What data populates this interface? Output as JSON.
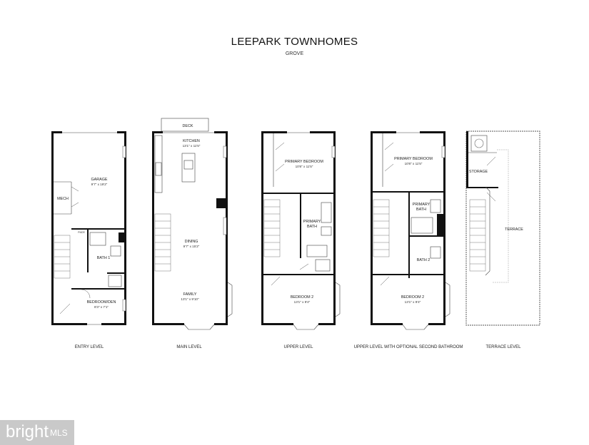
{
  "title": "LEEPARK TOWNHOMES",
  "subtitle": "GROVE",
  "levels": {
    "entry": "ENTRY LEVEL",
    "main": "MAIN LEVEL",
    "upper": "UPPER LEVEL",
    "upper_opt": "UPPER LEVEL WITH OPTIONAL SECOND BATHROOM",
    "terrace": "TERRACE LEVEL"
  },
  "rooms": {
    "garage": "GARAGE",
    "garage_dim": "9'7\" x 19'2\"",
    "mech": "MECH",
    "pwdr": "PWDR",
    "bath1": "BATH 1",
    "bedroom_den": "BEDROOM/DEN",
    "bedroom_den_dim": "8'3\" x 7'1\"",
    "deck": "DECK",
    "kitchen": "KITCHEN",
    "kitchen_dim": "13'1\" x 11'5\"",
    "dining": "DINING",
    "dining_dim": "9'7\" x 15'2\"",
    "family": "FAMILY",
    "family_dim": "13'1\" x 9'10\"",
    "primary_bedroom": "PRIMARY BEDROOM",
    "primary_bedroom_dim": "10'8\" x 11'5\"",
    "primary_bath_1": "PRIMARY",
    "primary_bath_2": "BATH",
    "bedroom2": "BEDROOM 2",
    "bedroom2_dim": "13'1\" x 9'4\"",
    "bath2": "BATH 2",
    "storage": "STORAGE",
    "terrace": "TERRACE"
  },
  "logo": {
    "brand": "bright",
    "mls": "MLS"
  }
}
